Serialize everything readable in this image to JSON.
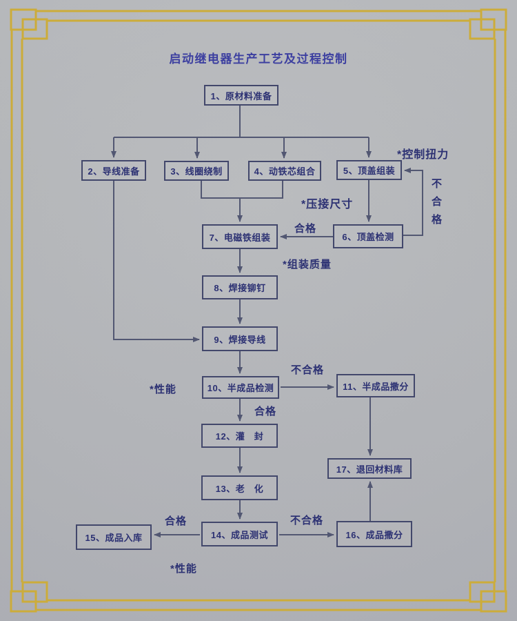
{
  "colors": {
    "frame_gold": "#ccac3a",
    "line": "#525772",
    "box_border": "#42476b",
    "text_navy": "#2c3173",
    "title_blue": "#3c3fa0",
    "background": "#b3b5b8"
  },
  "page": {
    "title": "启动继电器生产工艺及过程控制"
  },
  "flowchart": {
    "nodes": {
      "n1": "1、原材料准备",
      "n2": "2、导线准备",
      "n3": "3、线圈绕制",
      "n4": "4、动铁芯组合",
      "n5": "5、顶盖组装",
      "n6": "6、顶盖检测",
      "n7": "7、电磁铁组装",
      "n8": "8、焊接铆钉",
      "n9": "9、焊接导线",
      "n10": "10、半成品检测",
      "n11": "11、半成品撒分",
      "n12": "12、灌　封",
      "n13": "13、老　化",
      "n14": "14、成品测试",
      "n15": "15、成品入库",
      "n16": "16、成品撒分",
      "n17": "17、退回材料库"
    },
    "labels": {
      "control_torque": "*控制扭力",
      "fail_6_to_5": "不合格",
      "crimp_size": "*压接尺寸",
      "pass_6_to_7": "合格",
      "assembly_quality": "*组装质量",
      "performance_semi": "*性能",
      "fail_10_to_11": "不合格",
      "pass_10_down": "合格",
      "pass_14_to_15": "合格",
      "fail_14_to_16": "不合格",
      "performance_final": "*性能"
    }
  }
}
